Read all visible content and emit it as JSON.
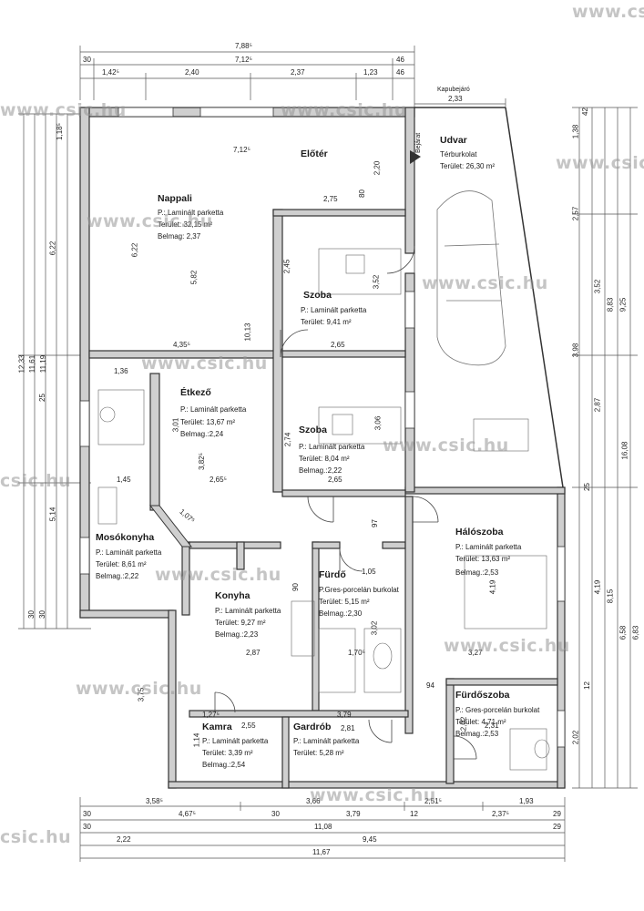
{
  "watermark": "www.csic.hu",
  "watermark_short": "csic.hu",
  "rooms": {
    "nappali": {
      "name": "Nappali",
      "floor": "P.: Laminált parketta",
      "area": "Terület: 32,15 m²",
      "height": "Belmag: 2,37"
    },
    "szoba1": {
      "name": "Szoba",
      "floor": "P.: Laminált parketta",
      "area": "Terület:      9,41 m²"
    },
    "etkezo": {
      "name": "Étkező",
      "floor": "P.: Laminált parketta",
      "area": "Terület:      13,67 m²",
      "height": "Belmag.:2,24"
    },
    "szoba2": {
      "name": "Szoba",
      "floor": "P.: Laminált parketta",
      "area": "Terület:      8,04 m²",
      "height": "Belmag.:2,22"
    },
    "mosokonyha": {
      "name": "Mosókonyha",
      "floor": "P.: Laminált parketta",
      "area": "Terület:     8,61 m²",
      "height": "Belmag.:2,22"
    },
    "konyha": {
      "name": "Konyha",
      "floor": "P.: Laminált parketta",
      "area": "Terület:      9,27 m²",
      "height": "Belmag.:2,23"
    },
    "furdo": {
      "name": "Fürdő",
      "floor": "P.Gres-porcelán burkolat",
      "area": "Terület:       5,15 m²",
      "height": "Belmag.:2,30"
    },
    "haloszoba": {
      "name": "Hálószoba",
      "floor": "P.: Laminált parketta",
      "area": "Terület:      13,63 m²",
      "height": "Belmag.:2,53"
    },
    "furdoszoba": {
      "name": "Fürdőszoba",
      "floor": "P.: Gres-porcelán burkolat",
      "area": "Terület:     4,71 m²",
      "height": "Belmag.:2,53"
    },
    "kamra": {
      "name": "Kamra",
      "floor": "P.: Laminált parketta",
      "area": "Terület:      3,39 m²",
      "height": "Belmag.:2,54"
    },
    "gardrob": {
      "name": "Gardrób",
      "floor": "P.: Laminált parketta",
      "area": "Terület:      5,28 m²"
    },
    "udvar": {
      "name": "Udvar",
      "floor": "Térburkolat",
      "area": "Terület: 26,30 m²"
    },
    "eloter": {
      "name": "Előtér"
    }
  },
  "labels": {
    "bejarat": "Bejárat",
    "kapubejaro": "Kapubejáró"
  },
  "dims_top": {
    "total": "7,88⁵",
    "r2a": "30",
    "r2b": "7,12⁵",
    "r2c": "46",
    "r3a": "1,42⁵",
    "r3b": "2,40",
    "r3c": "2,37",
    "r3d": "1,23",
    "r3e": "46",
    "gate": "2,33"
  },
  "dims_bottom": {
    "r1a": "3,58⁵",
    "r1b": "3,66",
    "r1c": "2,51⁵",
    "r1d": "1,93",
    "r2a": "30",
    "r2b": "4,67⁵",
    "r2c": "30",
    "r2d": "3,79",
    "r2e": "12",
    "r2f": "2,37⁵",
    "r2g": "29",
    "r3a": "30",
    "r3b": "11,08",
    "r3c": "29",
    "r4a": "2,22",
    "r4b": "9,45",
    "r5": "11,67"
  },
  "dims_left": {
    "a": "12,33",
    "b": "11,61",
    "c": "11,19",
    "d": "6,22",
    "e": "5,14",
    "f": "25",
    "g": "30",
    "h": "30",
    "i": "1,18⁵"
  },
  "dims_right": {
    "a": "16,08",
    "b": "9,25",
    "c": "8,83",
    "d": "3,98",
    "e": "3,52",
    "f": "2,57",
    "g": "1,38",
    "h": "42",
    "i": "6,83",
    "j": "6,58",
    "k": "8,15",
    "l": "4,19",
    "m": "2,87",
    "n": "2,02",
    "o": "12",
    "p": "25"
  },
  "dims_inner": {
    "n1": "7,12⁵",
    "n2": "6,22",
    "n3": "5,82",
    "n4": "10,13",
    "n5": "4,35⁵",
    "n6": "2,75",
    "n7": "2,45",
    "n8": "3,52",
    "n9": "2,65",
    "n10": "1,45",
    "n11": "2,65⁵",
    "n12": "3,01",
    "n13": "3,82⁵",
    "n14": "2,74",
    "n15": "3,06",
    "n16": "2,65",
    "n17": "1,07⁵",
    "n18": "1,05",
    "n19": "3,02",
    "n20": "2,87",
    "n21": "1,70⁵",
    "n22": "3,27",
    "n23": "94",
    "n24": "2,31",
    "n25": "2,55",
    "n26": "1,27⁵",
    "n27": "3,79",
    "n28": "2,81",
    "n29": "1,14",
    "n30": "3,75",
    "n31": "97",
    "n32": "90",
    "n33": "4,19",
    "n34": "2,02",
    "n35": "1,36",
    "n36": "80",
    "n37": "2,20"
  }
}
